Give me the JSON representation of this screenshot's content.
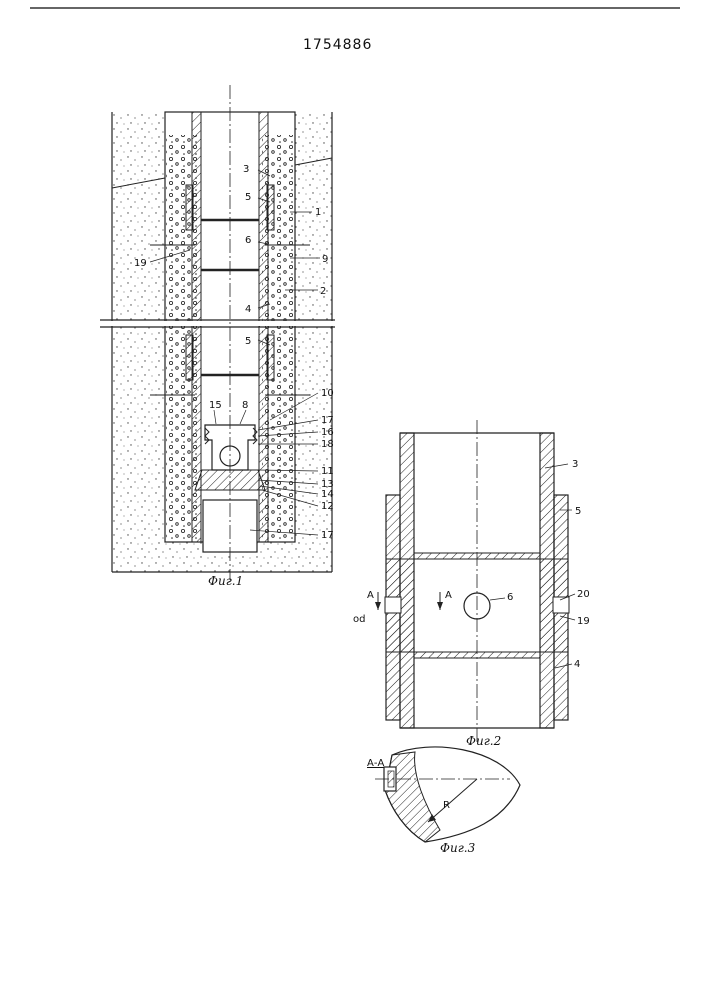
{
  "document": {
    "patent_number": "1754886"
  },
  "figures": {
    "fig1": {
      "caption": "Фиг.1",
      "labels": [
        "1",
        "2",
        "3",
        "4",
        "5",
        "5",
        "6",
        "8",
        "9",
        "10",
        "11",
        "12",
        "13",
        "14",
        "15",
        "16",
        "17",
        "17",
        "18",
        "19"
      ]
    },
    "fig2": {
      "caption": "Фиг.2",
      "labels": [
        "3",
        "4",
        "5",
        "6",
        "19",
        "20",
        "A",
        "A",
        "оd"
      ]
    },
    "fig3": {
      "caption": "Фиг.3",
      "section_title": "А-А",
      "radius_label": "R"
    }
  }
}
